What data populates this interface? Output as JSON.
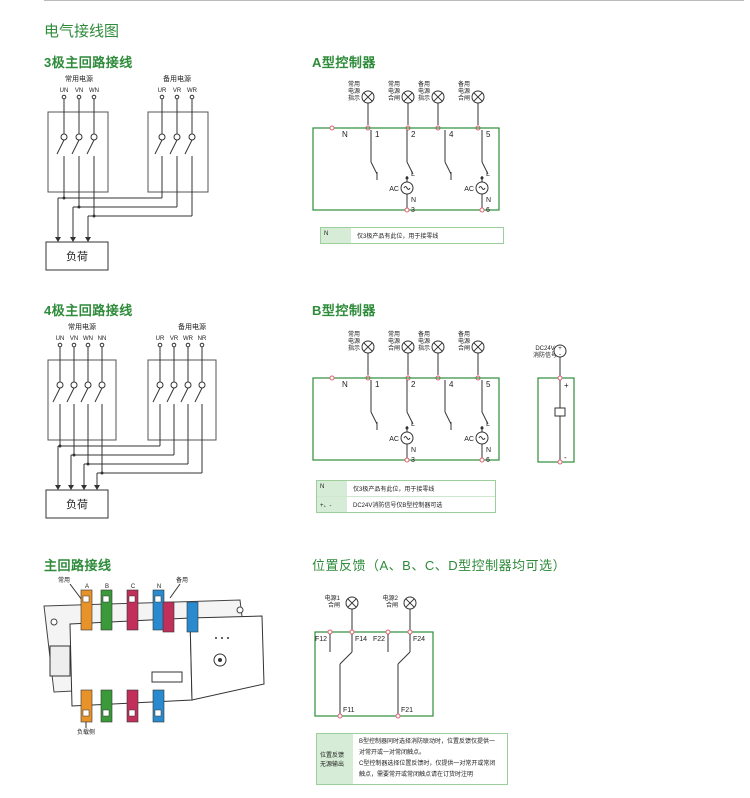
{
  "page_title": "电气接线图",
  "sections": {
    "three_pole": {
      "title": "3极主回路接线",
      "normal_source": "常用电源",
      "backup_source": "备用电源",
      "normal_terminals": [
        "UN",
        "VN",
        "WN"
      ],
      "backup_terminals": [
        "UR",
        "VR",
        "WR"
      ],
      "load": "负荷"
    },
    "type_a": {
      "title": "A型控制器",
      "lamps": [
        {
          "label": "常用\n电源\n指示"
        },
        {
          "label": "常用\n电源\n合闸"
        },
        {
          "label": "备用\n电源\n指示"
        },
        {
          "label": "备用\n电源\n合闸"
        }
      ],
      "terminals": [
        "N",
        "1",
        "2",
        "4",
        "5"
      ],
      "labels": {
        "L": "L",
        "AC": "AC",
        "N": "N",
        "t3": "3",
        "t6": "6"
      },
      "notes": [
        {
          "key": "N",
          "text": "仅3极产品有此位，用于接零线"
        }
      ]
    },
    "four_pole": {
      "title": "4极主回路接线",
      "normal_source": "常用电源",
      "backup_source": "备用电源",
      "normal_terminals": [
        "UN",
        "VN",
        "WN",
        "NN"
      ],
      "backup_terminals": [
        "UR",
        "VR",
        "WR",
        "NR"
      ],
      "load": "负荷"
    },
    "type_b": {
      "title": "B型控制器",
      "lamps": [
        {
          "label": "常用\n电源\n指示"
        },
        {
          "label": "常用\n电源\n合闸"
        },
        {
          "label": "备用\n电源\n指示"
        },
        {
          "label": "备用\n电源\n合闸"
        }
      ],
      "terminals": [
        "N",
        "1",
        "2",
        "4",
        "5"
      ],
      "labels": {
        "L": "L",
        "AC": "AC",
        "N": "N",
        "t3": "3",
        "t6": "6"
      },
      "dc_label": "DC24V\n消防信号",
      "dc_plus": "+",
      "dc_minus": "-",
      "notes": [
        {
          "key": "N",
          "text": "仅3极产品有此位，用于接零线"
        },
        {
          "key": "+、-",
          "text": "DC24V消防信号仅B型控制器可选"
        }
      ]
    },
    "main_circuit": {
      "title": "主回路接线",
      "normal_label": "常用",
      "backup_label": "备用",
      "load_side": "负载侧",
      "phase_labels": [
        "A",
        "B",
        "C",
        "N"
      ]
    },
    "feedback": {
      "title": "位置反馈（A、B、C、D型控制器均可选）",
      "lamp1": "电源1\n合闸",
      "lamp2": "电源2\n合闸",
      "contacts_top": [
        "F12",
        "F14",
        "F22",
        "F24"
      ],
      "contacts_bottom": [
        "F11",
        "F21"
      ],
      "note_key": "位置反馈\n无源输出",
      "note_lines": [
        "B型控制器同时选择消防联动时，位置反馈仅提供一",
        "对常开或一对常闭触点。",
        "C型控制器选择位置反馈时，仅提供一对常开或常闭",
        "触点，需要常开或常闭触点请在订货时注明"
      ]
    }
  },
  "colors": {
    "accent": "#2e8b3a",
    "phase_a": "#e8922a",
    "phase_b": "#3a9a3a",
    "phase_c": "#c0305a",
    "phase_n": "#2a8ad0"
  }
}
